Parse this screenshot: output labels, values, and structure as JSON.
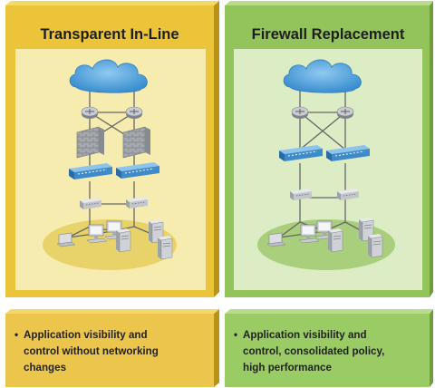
{
  "panels": [
    {
      "title": "Transparent In-Line",
      "bullet_lines": [
        "Application visibility and",
        "control without networking",
        "changes"
      ],
      "colors": {
        "outer": "#ecc43a",
        "inner": "#f7ecb0",
        "ground": "#e8d26a",
        "caption": "#ecc64c"
      }
    },
    {
      "title": "Firewall Replacement",
      "bullet_lines": [
        "Application visibility and",
        "control, consolidated policy,",
        "high performance"
      ],
      "colors": {
        "outer": "#93c45c",
        "inner": "#dcedc6",
        "ground": "#a9cf7c",
        "caption": "#9acb64"
      }
    }
  ],
  "network_icons": {
    "cloud": "cloud-icon",
    "router": "router-icon",
    "firewall": "firewall-icon",
    "appliance": "next-gen-firewall-appliance-icon",
    "switch": "switch-icon",
    "workstation": "workstation-icon",
    "server": "server-icon",
    "laptop": "laptop-icon"
  },
  "colors": {
    "cloud": "#4fa3dc",
    "appliance": "#3f8ac9",
    "brick": "#9aa0a6",
    "link": "#666666"
  }
}
